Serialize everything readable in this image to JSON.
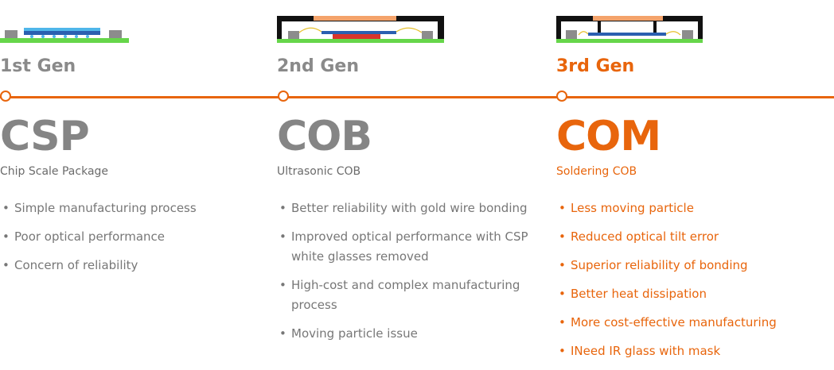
{
  "colors": {
    "accent": "#e8650c",
    "muted_text": "#858585",
    "substrate_green": "#66d64a",
    "die_blue": "#2a5fb0",
    "lid_orange": "#f4a36b",
    "solder_red": "#d9342b",
    "wire_gold": "#e6c02a"
  },
  "generations": [
    {
      "gen_label": "1st Gen",
      "acronym": "CSP",
      "subtitle": "Chip Scale Package",
      "package_icon": "csp-package-illustration",
      "bullets": [
        "Simple manufacturing process",
        "Poor optical performance",
        "Concern of reliability"
      ]
    },
    {
      "gen_label": "2nd Gen",
      "acronym": "COB",
      "subtitle": "Ultrasonic COB",
      "package_icon": "cob-package-illustration",
      "bullets": [
        "Better reliability with gold wire bonding",
        "Improved optical performance with CSP white glasses removed",
        "High-cost and complex manufacturing process",
        "Moving particle issue"
      ]
    },
    {
      "gen_label": "3rd Gen",
      "acronym": "COM",
      "subtitle": "Soldering COB",
      "package_icon": "com-package-illustration",
      "bullets": [
        "Less moving particle",
        "Reduced optical tilt error",
        "Superior reliability of bonding",
        "Better heat dissipation",
        "More cost-effective manufacturing",
        "INeed IR glass with mask"
      ]
    }
  ]
}
